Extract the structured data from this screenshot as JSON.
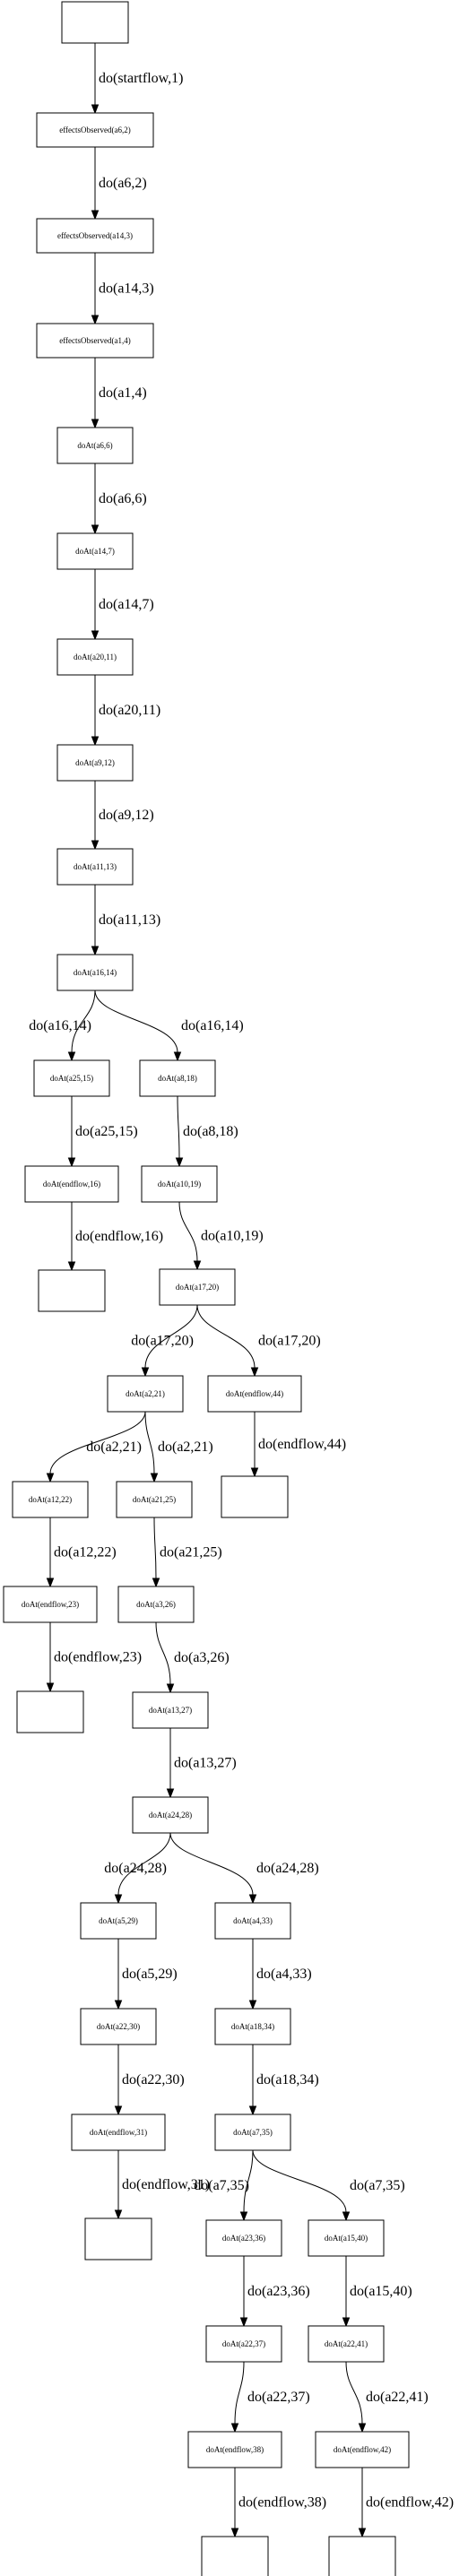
{
  "nodes": [
    {
      "id": "n0",
      "label": ""
    },
    {
      "id": "n1",
      "label": "effectsObserved(a6,2)"
    },
    {
      "id": "n2",
      "label": "effectsObserved(a14,3)"
    },
    {
      "id": "n3",
      "label": "effectsObserved(a1,4)"
    },
    {
      "id": "n4",
      "label": "doAt(a6,6)"
    },
    {
      "id": "n5",
      "label": "doAt(a14,7)"
    },
    {
      "id": "n6",
      "label": "doAt(a20,11)"
    },
    {
      "id": "n7",
      "label": "doAt(a9,12)"
    },
    {
      "id": "n8",
      "label": "doAt(a11,13)"
    },
    {
      "id": "n9",
      "label": "doAt(a16,14)"
    },
    {
      "id": "n10",
      "label": "doAt(a25,15)"
    },
    {
      "id": "n11",
      "label": "doAt(a8,18)"
    },
    {
      "id": "n12",
      "label": "doAt(endflow,16)"
    },
    {
      "id": "n13",
      "label": "doAt(a10,19)"
    },
    {
      "id": "n14",
      "label": ""
    },
    {
      "id": "n15",
      "label": "doAt(a17,20)"
    },
    {
      "id": "n16",
      "label": "doAt(a2,21)"
    },
    {
      "id": "n17",
      "label": "doAt(endflow,44)"
    },
    {
      "id": "n18",
      "label": "doAt(a12,22)"
    },
    {
      "id": "n19",
      "label": "doAt(a21,25)"
    },
    {
      "id": "n20",
      "label": ""
    },
    {
      "id": "n21",
      "label": "doAt(endflow,23)"
    },
    {
      "id": "n22",
      "label": "doAt(a3,26)"
    },
    {
      "id": "n23",
      "label": ""
    },
    {
      "id": "n24",
      "label": "doAt(a13,27)"
    },
    {
      "id": "n25",
      "label": "doAt(a24,28)"
    },
    {
      "id": "n26",
      "label": "doAt(a5,29)"
    },
    {
      "id": "n27",
      "label": "doAt(a4,33)"
    },
    {
      "id": "n28",
      "label": "doAt(a22,30)"
    },
    {
      "id": "n29",
      "label": "doAt(a18,34)"
    },
    {
      "id": "n30",
      "label": "doAt(endflow,31)"
    },
    {
      "id": "n31",
      "label": "doAt(a7,35)"
    },
    {
      "id": "n32",
      "label": ""
    },
    {
      "id": "n33",
      "label": "doAt(a23,36)"
    },
    {
      "id": "n34",
      "label": "doAt(a15,40)"
    },
    {
      "id": "n35",
      "label": "doAt(a22,37)"
    },
    {
      "id": "n36",
      "label": "doAt(a22,41)"
    },
    {
      "id": "n37",
      "label": "doAt(endflow,38)"
    },
    {
      "id": "n38",
      "label": "doAt(endflow,42)"
    },
    {
      "id": "n39",
      "label": ""
    },
    {
      "id": "n40",
      "label": ""
    }
  ],
  "edges": [
    {
      "from": "n0",
      "to": "n1",
      "label": "do(startflow,1)"
    },
    {
      "from": "n1",
      "to": "n2",
      "label": "do(a6,2)"
    },
    {
      "from": "n2",
      "to": "n3",
      "label": "do(a14,3)"
    },
    {
      "from": "n3",
      "to": "n4",
      "label": "do(a1,4)"
    },
    {
      "from": "n4",
      "to": "n5",
      "label": "do(a6,6)"
    },
    {
      "from": "n5",
      "to": "n6",
      "label": "do(a14,7)"
    },
    {
      "from": "n6",
      "to": "n7",
      "label": "do(a20,11)"
    },
    {
      "from": "n7",
      "to": "n8",
      "label": "do(a9,12)"
    },
    {
      "from": "n8",
      "to": "n9",
      "label": "do(a11,13)"
    },
    {
      "from": "n9",
      "to": "n10",
      "label": "do(a16,14)"
    },
    {
      "from": "n9",
      "to": "n11",
      "label": "do(a16,14)"
    },
    {
      "from": "n10",
      "to": "n12",
      "label": "do(a25,15)"
    },
    {
      "from": "n11",
      "to": "n13",
      "label": "do(a8,18)"
    },
    {
      "from": "n12",
      "to": "n14",
      "label": "do(endflow,16)"
    },
    {
      "from": "n13",
      "to": "n15",
      "label": "do(a10,19)"
    },
    {
      "from": "n15",
      "to": "n16",
      "label": "do(a17,20)"
    },
    {
      "from": "n15",
      "to": "n17",
      "label": "do(a17,20)"
    },
    {
      "from": "n16",
      "to": "n18",
      "label": "do(a2,21)"
    },
    {
      "from": "n16",
      "to": "n19",
      "label": "do(a2,21)"
    },
    {
      "from": "n17",
      "to": "n20",
      "label": "do(endflow,44)"
    },
    {
      "from": "n18",
      "to": "n21",
      "label": "do(a12,22)"
    },
    {
      "from": "n19",
      "to": "n22",
      "label": "do(a21,25)"
    },
    {
      "from": "n21",
      "to": "n23",
      "label": "do(endflow,23)"
    },
    {
      "from": "n22",
      "to": "n24",
      "label": "do(a3,26)"
    },
    {
      "from": "n24",
      "to": "n25",
      "label": "do(a13,27)"
    },
    {
      "from": "n25",
      "to": "n26",
      "label": "do(a24,28)"
    },
    {
      "from": "n25",
      "to": "n27",
      "label": "do(a24,28)"
    },
    {
      "from": "n26",
      "to": "n28",
      "label": "do(a5,29)"
    },
    {
      "from": "n27",
      "to": "n29",
      "label": "do(a4,33)"
    },
    {
      "from": "n28",
      "to": "n30",
      "label": "do(a22,30)"
    },
    {
      "from": "n29",
      "to": "n31",
      "label": "do(a18,34)"
    },
    {
      "from": "n30",
      "to": "n32",
      "label": "do(endflow,31)"
    },
    {
      "from": "n31",
      "to": "n33",
      "label": "do(a7,35)"
    },
    {
      "from": "n31",
      "to": "n34",
      "label": "do(a7,35)"
    },
    {
      "from": "n33",
      "to": "n35",
      "label": "do(a23,36)"
    },
    {
      "from": "n34",
      "to": "n36",
      "label": "do(a15,40)"
    },
    {
      "from": "n35",
      "to": "n37",
      "label": "do(a22,37)"
    },
    {
      "from": "n36",
      "to": "n38",
      "label": "do(a22,41)"
    },
    {
      "from": "n37",
      "to": "n39",
      "label": "do(endflow,38)"
    },
    {
      "from": "n38",
      "to": "n40",
      "label": "do(endflow,42)"
    }
  ]
}
